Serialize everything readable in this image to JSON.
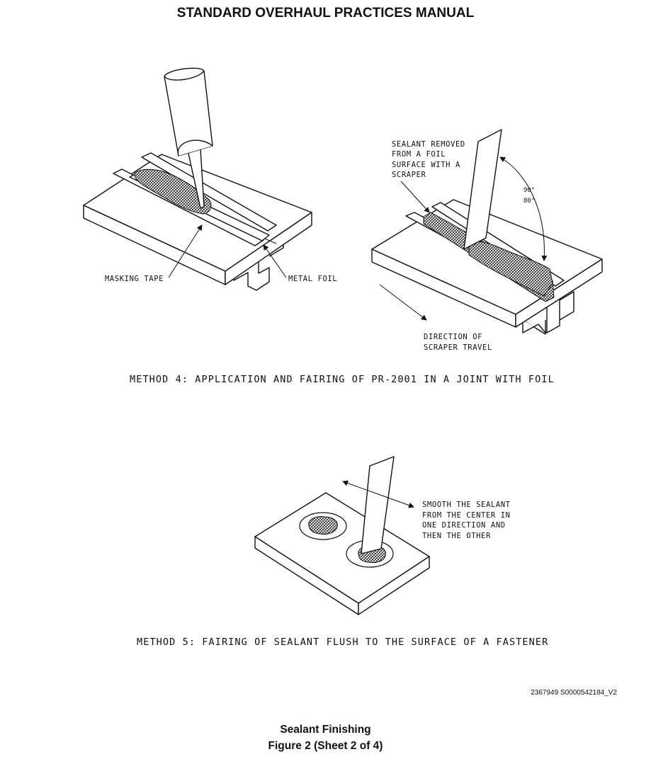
{
  "header": {
    "title": "STANDARD OVERHAUL PRACTICES MANUAL"
  },
  "method4": {
    "caption": "METHOD 4: APPLICATION AND FAIRING OF PR-2001 IN A JOINT WITH FOIL",
    "labels": {
      "masking_tape": "MASKING TAPE",
      "metal_foil": "METAL FOIL",
      "sealant_removed": [
        "SEALANT REMOVED",
        "FROM A FOIL",
        "SURFACE WITH A",
        "SCRAPER"
      ],
      "angle_max": "90°",
      "angle_min": "80°",
      "direction": [
        "DIRECTION OF",
        "SCRAPER TRAVEL"
      ]
    }
  },
  "method5": {
    "caption": "METHOD 5: FAIRING OF SEALANT FLUSH TO THE SURFACE OF A FASTENER",
    "labels": {
      "smooth": [
        "SMOOTH THE SEALANT",
        "FROM THE CENTER IN",
        "ONE DIRECTION AND",
        "THEN THE OTHER"
      ]
    }
  },
  "image_id": "2367949 S0000542184_V2",
  "figure": {
    "title": "Sealant Finishing",
    "sheet": "Figure 2  (Sheet 2 of 4)"
  }
}
